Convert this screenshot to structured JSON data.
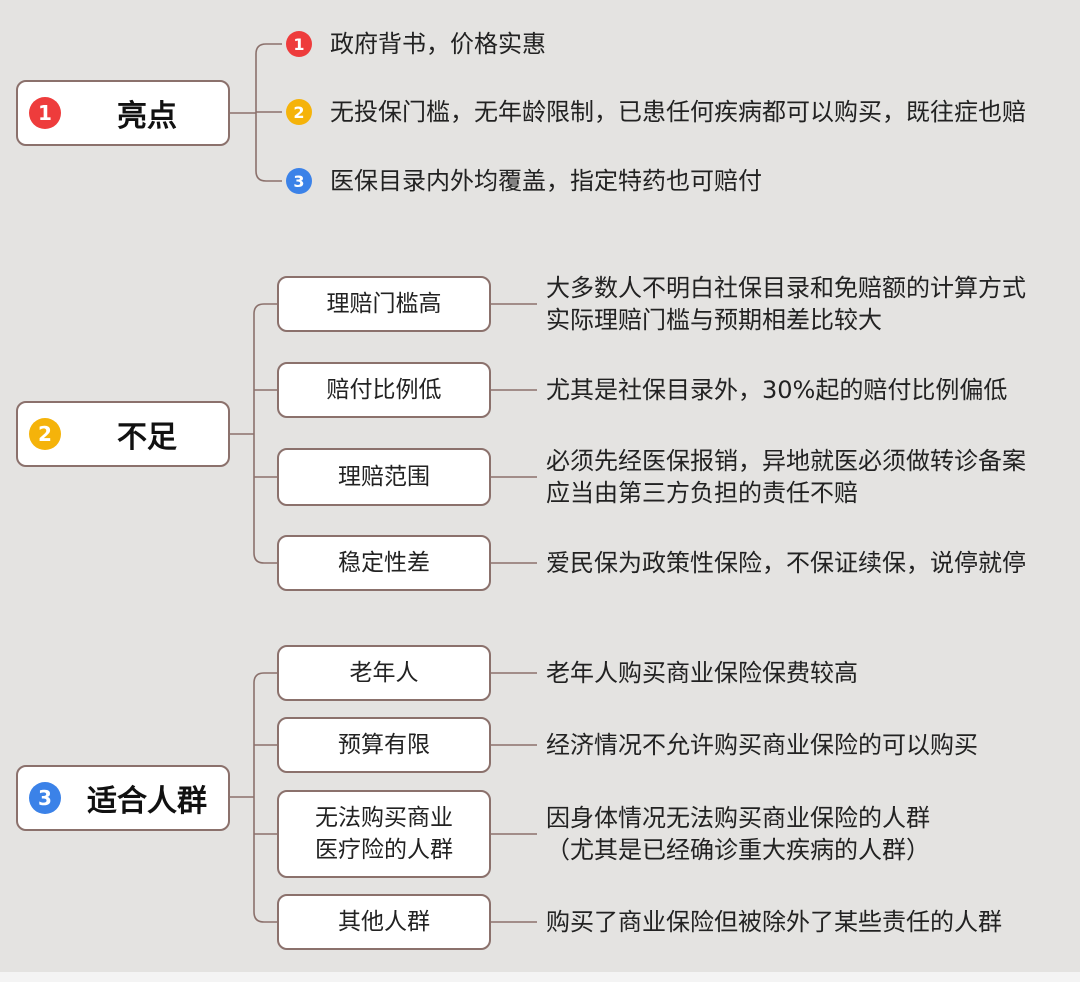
{
  "sections": [
    {
      "badge": "1",
      "badge_color": "#ee3c3c",
      "title": "亮点",
      "items": [
        {
          "badge": "1",
          "badge_color": "#ee3c3c",
          "text": "政府背书，价格实惠"
        },
        {
          "badge": "2",
          "badge_color": "#f5b30a",
          "text": "无投保门槛，无年龄限制，已患任何疾病都可以购买，既往症也赔"
        },
        {
          "badge": "3",
          "badge_color": "#3b82e8",
          "text": "医保目录内外均覆盖，指定特药也可赔付"
        }
      ]
    },
    {
      "badge": "2",
      "badge_color": "#f5b30a",
      "title": "不足",
      "items": [
        {
          "label": "理赔门槛高",
          "desc": [
            "大多数人不明白社保目录和免赔额的计算方式",
            "实际理赔门槛与预期相差比较大"
          ]
        },
        {
          "label": "赔付比例低",
          "desc": [
            "尤其是社保目录外，30%起的赔付比例偏低"
          ]
        },
        {
          "label": "理赔范围",
          "desc": [
            "必须先经医保报销，异地就医必须做转诊备案",
            "应当由第三方负担的责任不赔"
          ]
        },
        {
          "label": "稳定性差",
          "desc": [
            "爱民保为政策性保险，不保证续保，说停就停"
          ]
        }
      ]
    },
    {
      "badge": "3",
      "badge_color": "#3b82e8",
      "title": "适合人群",
      "items": [
        {
          "label": "老年人",
          "desc": [
            "老年人购买商业保险保费较高"
          ]
        },
        {
          "label": "预算有限",
          "desc": [
            "经济情况不允许购买商业保险的可以购买"
          ]
        },
        {
          "label": "无法购买商业\n医疗险的人群",
          "desc": [
            "因身体情况无法购买商业保险的人群",
            "（尤其是已经确诊重大疾病的人群）"
          ]
        },
        {
          "label": "其他人群",
          "desc": [
            "购买了商业保险但被除外了某些责任的人群"
          ]
        }
      ]
    }
  ]
}
